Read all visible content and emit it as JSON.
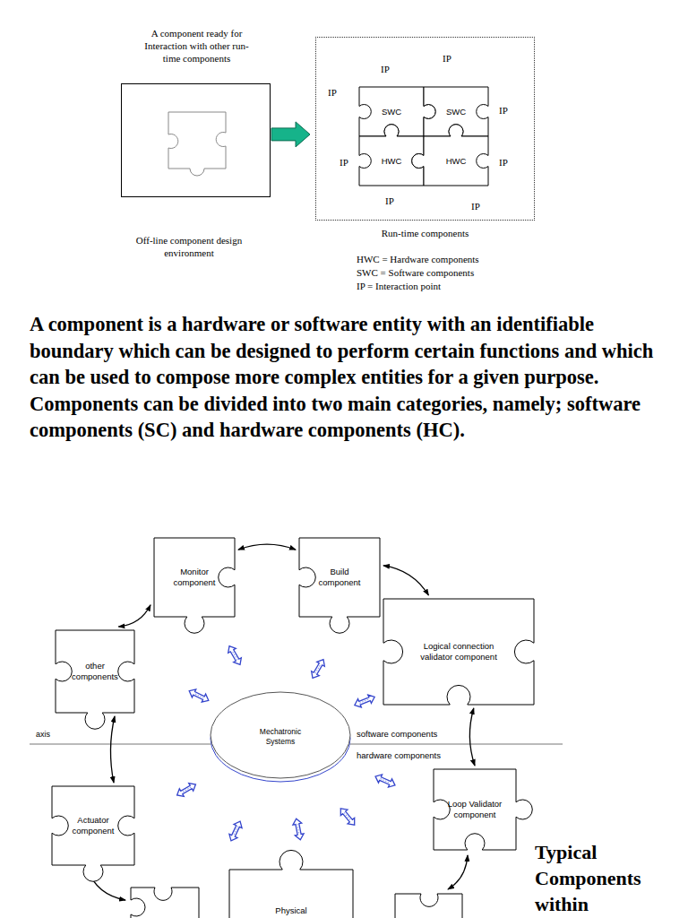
{
  "diagram": {
    "nodes": [
      {
        "text": [
          "A component ready for Interaction with other run-time components",
          "Off-line component design environment"
        ]
      },
      {
        "text": [
          "Run-time components"
        ]
      },
      {
        "text": [
          "SWC"
        ],
        "in": 1
      },
      {
        "text": [
          "SWC"
        ],
        "in": 1
      },
      {
        "text": [
          "HWC"
        ],
        "in": 1
      },
      {
        "text": [
          "HWC"
        ],
        "in": 1
      },
      {
        "text": [
          "Monitor component"
        ]
      },
      {
        "text": [
          "Build component"
        ]
      },
      {
        "text": [
          "other components"
        ]
      },
      {
        "text": [
          "Logical connection validator component"
        ]
      },
      {
        "text": [
          "Mechatronic Systems"
        ]
      },
      {
        "text": [
          "Loop Validator component"
        ]
      },
      {
        "text": [
          "Actuator component"
        ]
      },
      {
        "text": [
          "Physical"
        ]
      }
    ],
    "edges": [
      {
        "from": 0,
        "to": 1,
        "arrow": "to"
      },
      {
        "from": 6,
        "to": 7,
        "arrow": "both"
      },
      {
        "from": 7,
        "to": 9,
        "arrow": "both"
      },
      {
        "from": 9,
        "to": 11,
        "arrow": "both"
      },
      {
        "from": 8,
        "to": 6,
        "arrow": "both"
      },
      {
        "from": 8,
        "to": 12,
        "arrow": "both"
      }
    ],
    "labels": [
      "IP",
      "IP",
      "IP",
      "IP",
      "IP",
      "IP",
      "IP",
      "IP",
      "HWC = Hardware components",
      "SWC = Software components",
      "IP = Interaction point",
      "A component is a hardware or software entity with an identifiable boundary which can be designed to perform certain functions and which can be used to compose more complex entities for a given purpose. Components can be divided into two main categories, namely; software components (SC) and hardware components (HC).",
      "axis",
      "software components",
      "hardware components",
      "Typical Components within"
    ]
  }
}
